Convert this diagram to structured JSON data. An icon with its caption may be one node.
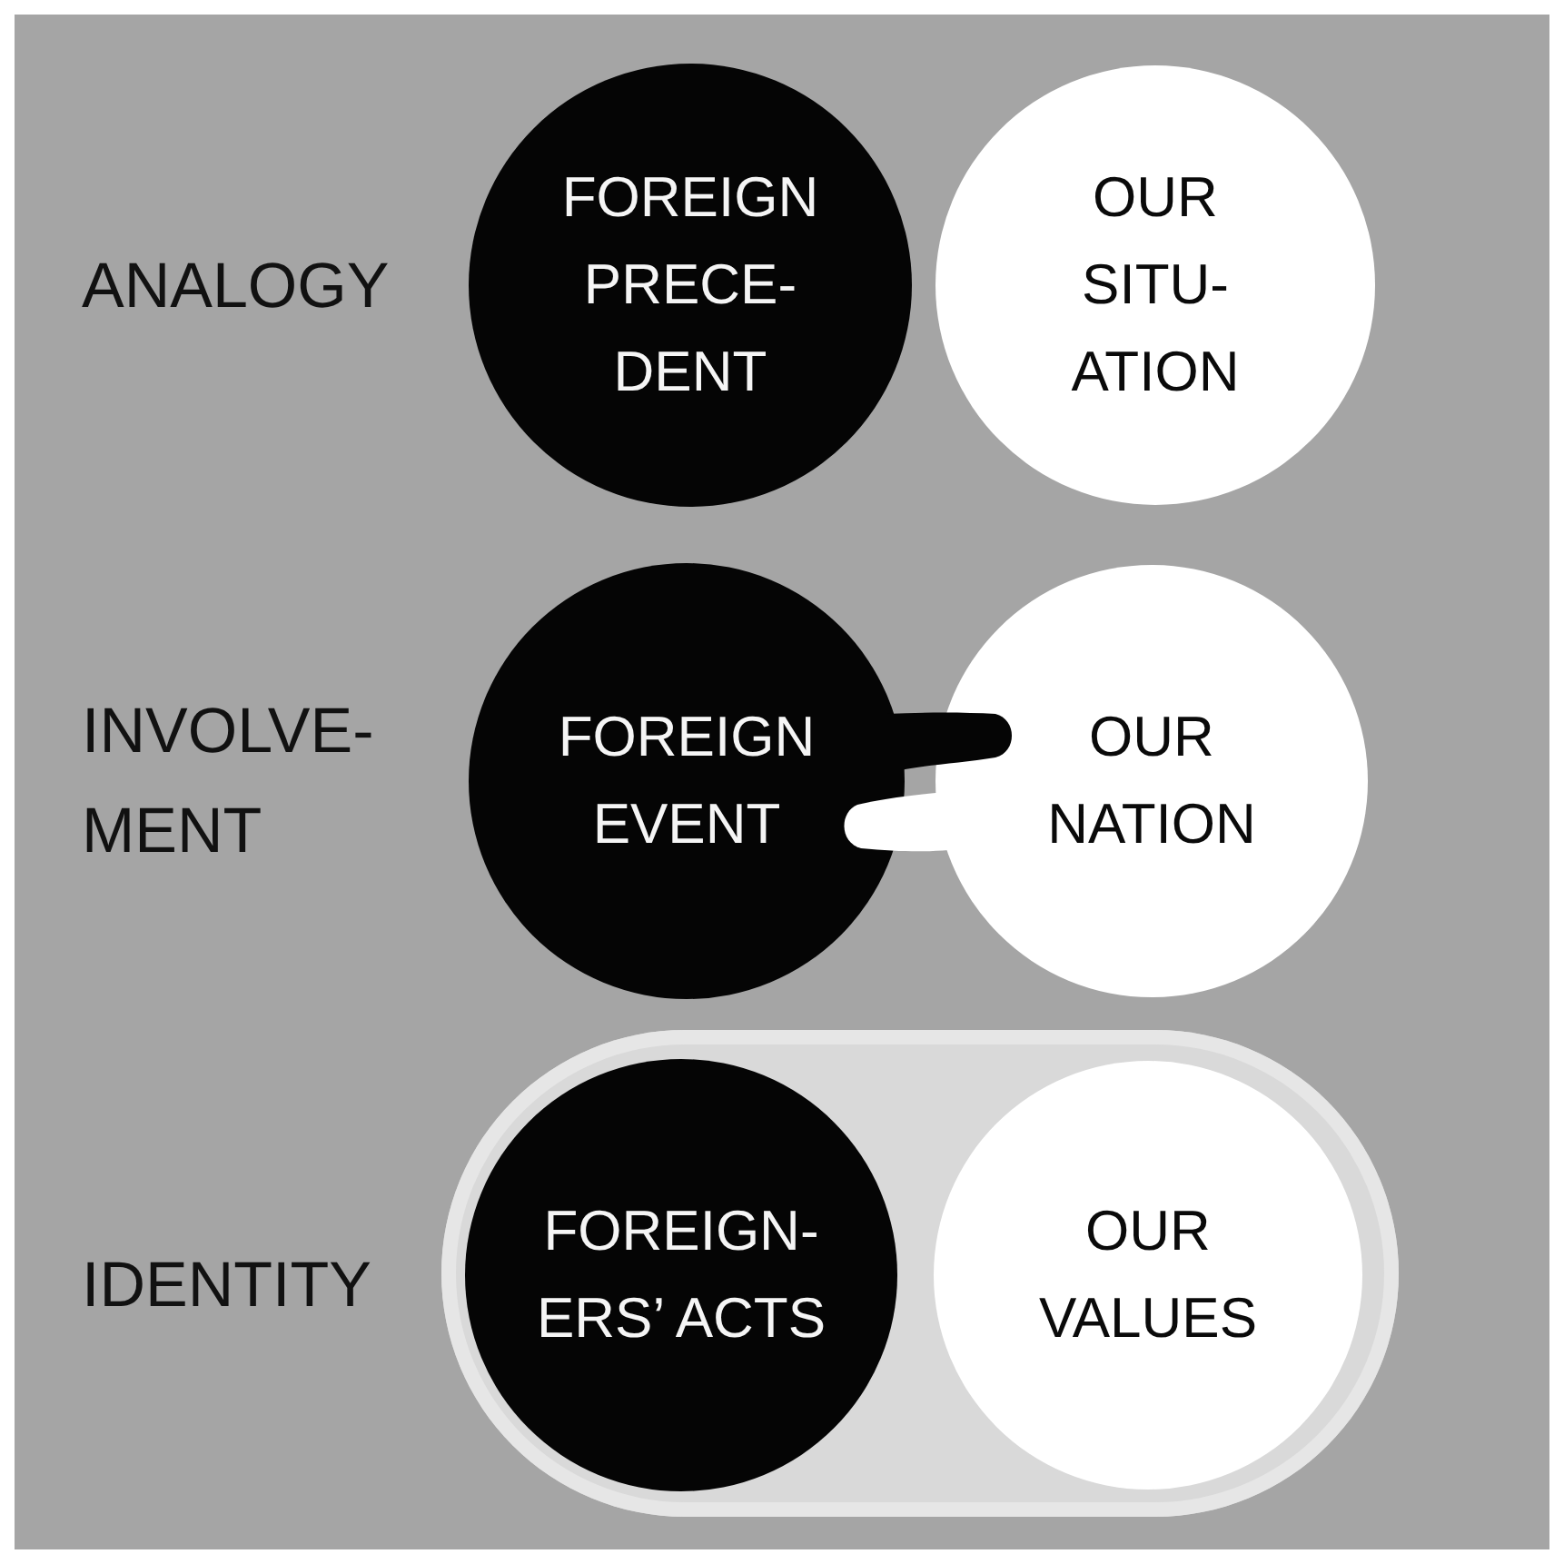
{
  "diagram": {
    "nodes": [
      {
        "text": [
          "FOREIGN PRECE- DENT"
        ]
      },
      {
        "text": [
          "OUR SITU- ATION"
        ]
      },
      {
        "text": [
          "FOREIGN EVENT"
        ]
      },
      {
        "text": [
          "OUR NATION"
        ]
      },
      {
        "text": [],
        "shape": "box"
      },
      {
        "text": [
          "FOREIGN- ERS’ ACTS"
        ],
        "in": 4
      },
      {
        "text": [
          "OUR VALUES"
        ],
        "in": 4
      }
    ],
    "labels": [
      "ANALOGY",
      "INVOLVE- MENT",
      "IDENTITY"
    ]
  }
}
